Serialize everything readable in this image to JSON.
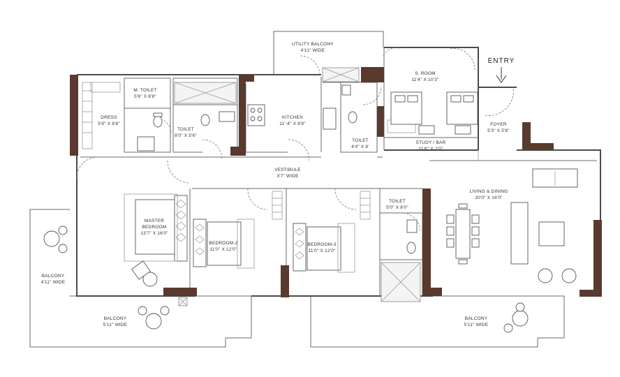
{
  "entry": "ENTRY",
  "rooms": {
    "utility_balcony": {
      "name": "UTILITY BALCONY",
      "dims": "4'11\" WIDE"
    },
    "s_room": {
      "name": "S. ROOM",
      "dims": "11'4\" X 10'3\""
    },
    "m_toilet": {
      "name": "M. TOILET",
      "dims": "5'6\" X 8'8\""
    },
    "dress": {
      "name": "DRESS",
      "dims": "5'6\" X 8'8\""
    },
    "toilet_1": {
      "name": "TOILET",
      "dims": "8'0\" X 5'6\""
    },
    "kitchen": {
      "name": "KITCHEN",
      "dims": "11'-4\" X 8'8\""
    },
    "toilet_2": {
      "name": "TOILET",
      "dims": "4'4\" X 8'"
    },
    "study_bar": {
      "name": "STUDY / BAR",
      "dims": "11'8\" X 2'0\""
    },
    "foyer": {
      "name": "FOYER",
      "dims": "5'3\" X 5'8\""
    },
    "vestibule": {
      "name": "VESTIBULE",
      "dims": "3'7\" WIDE"
    },
    "living_dining": {
      "name": "LIVING & DINING",
      "dims": "20'0\" X 16'0\""
    },
    "master_bedroom": {
      "name1": "MASTER",
      "name2": "BEDROOM",
      "dims": "13'7\" X 16'0\""
    },
    "bedroom_2": {
      "name": "BEDROOM-2",
      "dims": "11'0\" X 12'0\""
    },
    "bedroom_3": {
      "name": "BEDROOM-3",
      "dims": "11'0\" X 12'0\""
    },
    "toilet_3": {
      "name": "TOILET",
      "dims": "5'0\" X 8'0\""
    },
    "balcony_1": {
      "name": "BALCONY",
      "dims": "4'11\" WIDE"
    },
    "balcony_2": {
      "name": "BALCONY",
      "dims": "5'11\" WIDE"
    },
    "balcony_3": {
      "name": "BALCONY",
      "dims": "5'11\" WIDE"
    }
  },
  "colors": {
    "wall_accent": "#5a3a2e",
    "line": "#4a4a4a"
  }
}
